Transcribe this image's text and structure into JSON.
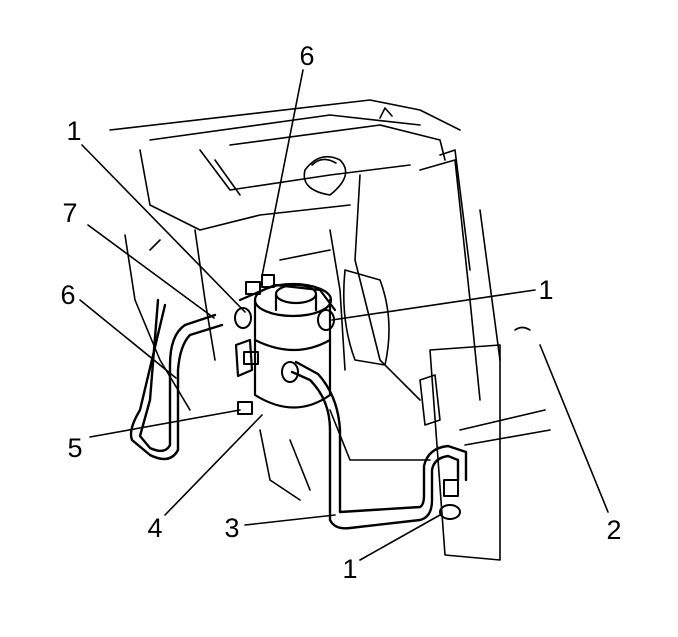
{
  "callouts": {
    "c1_top_left": "1",
    "c6_top": "6",
    "c7": "7",
    "c6_left": "6",
    "c1_right": "1",
    "c2": "2",
    "c5": "5",
    "c4": "4",
    "c3": "3",
    "c1_bottom": "1"
  }
}
